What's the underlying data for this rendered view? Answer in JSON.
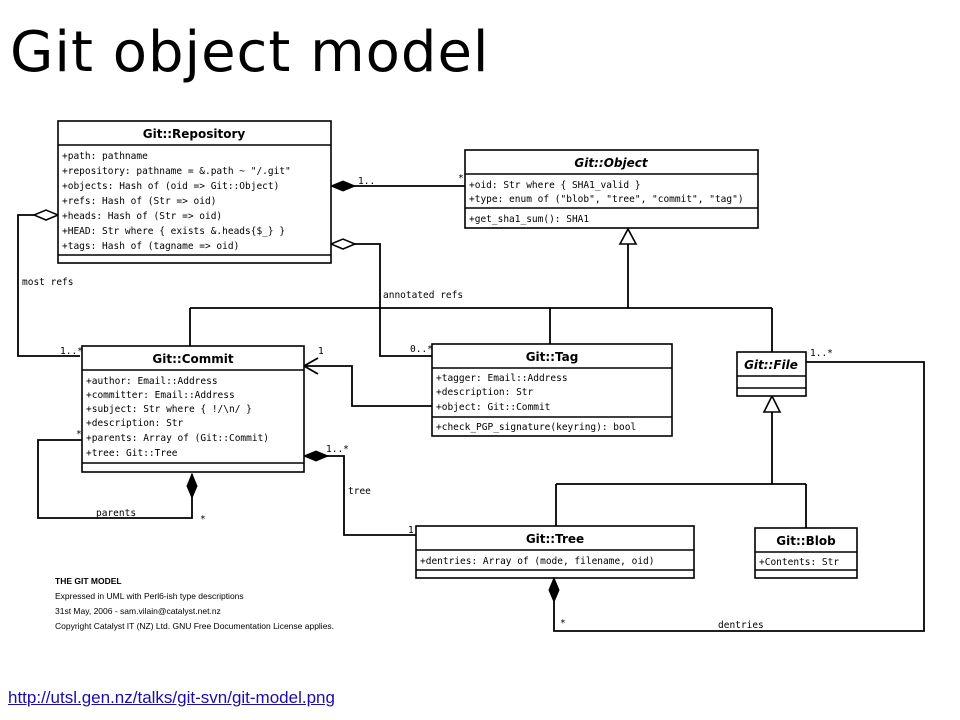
{
  "slide": {
    "title": "Git object model",
    "source_link": "http://utsl.gen.nz/talks/git-svn/git-model.png"
  },
  "classes": {
    "repository": {
      "name": "Git::Repository",
      "attributes": [
        "+path: pathname",
        "+repository: pathname = &.path ~ \"/.git\"",
        "+objects: Hash of (oid => Git::Object)",
        "+refs: Hash of (Str => oid)",
        "+heads: Hash of (Str => oid)",
        "+HEAD: Str where { exists &.heads{$_} }",
        "+tags: Hash of (tagname => oid)"
      ]
    },
    "object": {
      "name": "Git::Object",
      "attributes": [
        "+oid: Str where { SHA1_valid }",
        "+type: enum of (\"blob\", \"tree\", \"commit\", \"tag\")"
      ],
      "methods": [
        "+get_sha1_sum(): SHA1"
      ]
    },
    "commit": {
      "name": "Git::Commit",
      "attributes": [
        "+author: Email::Address",
        "+committer: Email::Address",
        "+subject: Str where { !/\\n/ }",
        "+description: Str",
        "+parents: Array of (Git::Commit)",
        "+tree: Git::Tree"
      ]
    },
    "tag": {
      "name": "Git::Tag",
      "attributes": [
        "+tagger: Email::Address",
        "+description: Str",
        "+object: Git::Commit"
      ],
      "methods": [
        "+check_PGP_signature(keyring): bool"
      ]
    },
    "file": {
      "name": "Git::File"
    },
    "tree": {
      "name": "Git::Tree",
      "attributes": [
        "+dentries: Array of (mode, filename, oid)"
      ]
    },
    "blob": {
      "name": "Git::Blob",
      "attributes": [
        "+Contents: Str"
      ]
    }
  },
  "labels": {
    "most_refs": "most refs",
    "annotated_refs": "annotated refs",
    "parents": "parents",
    "tree": "tree",
    "dentries": "dentries",
    "mult_1dots_repo": "1..",
    "mult_star_object": "*",
    "mult_1star_commit": "1..*",
    "mult_1_commit_tag": "1",
    "mult_0star_tag": "0..*",
    "mult_1star_file": "1..*",
    "mult_star_parents_left": "*",
    "mult_star_parents_bottom": "*",
    "mult_1star_tree": "1..*",
    "mult_1_tree": "1",
    "mult_star_dentries": "*"
  },
  "notes": {
    "heading": "THE GIT MODEL",
    "lines": [
      "Expressed in UML with Perl6-ish type descriptions",
      "31st May, 2006 - sam.vilain@catalyst.net.nz",
      "Copyright Catalyst IT (NZ) Ltd.  GNU Free Documentation License applies."
    ]
  }
}
